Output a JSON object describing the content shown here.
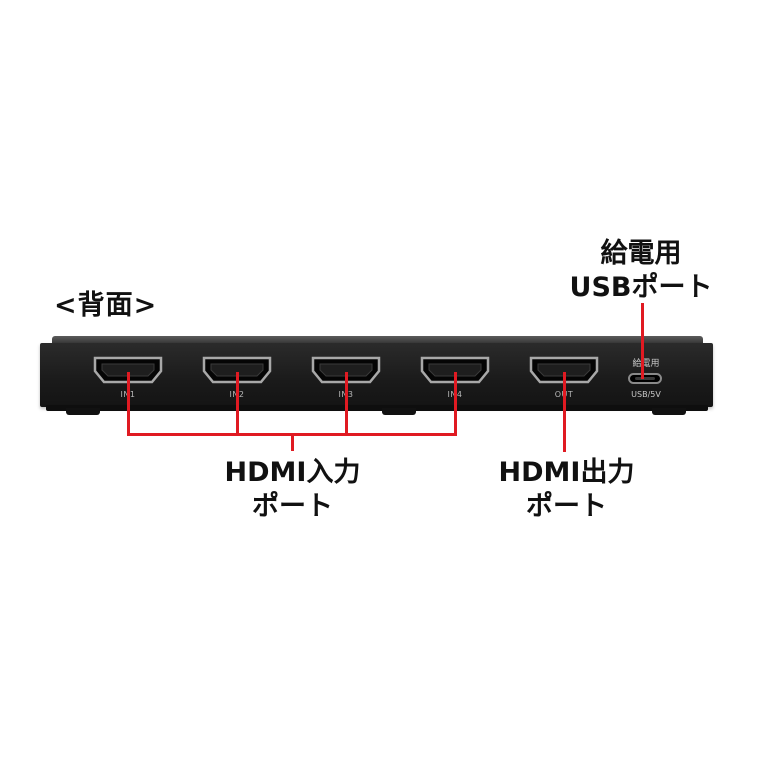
{
  "view_title": "<背面>",
  "usb_callout": {
    "line1": "給電用",
    "line2": "USBポート"
  },
  "hdmi_in_callout": {
    "line1": "HDMI入力",
    "line2": "ポート"
  },
  "hdmi_out_callout": {
    "line1": "HDMI出力",
    "line2": "ポート"
  },
  "ports": {
    "in1": "IN1",
    "in2": "IN2",
    "in3": "IN3",
    "in4": "IN4",
    "out": "OUT"
  },
  "usb_port": {
    "top_label": "給電用",
    "bottom_label": "USB/5V"
  },
  "colors": {
    "callout_line": "#e01a22",
    "device": "#1c1c1c"
  }
}
